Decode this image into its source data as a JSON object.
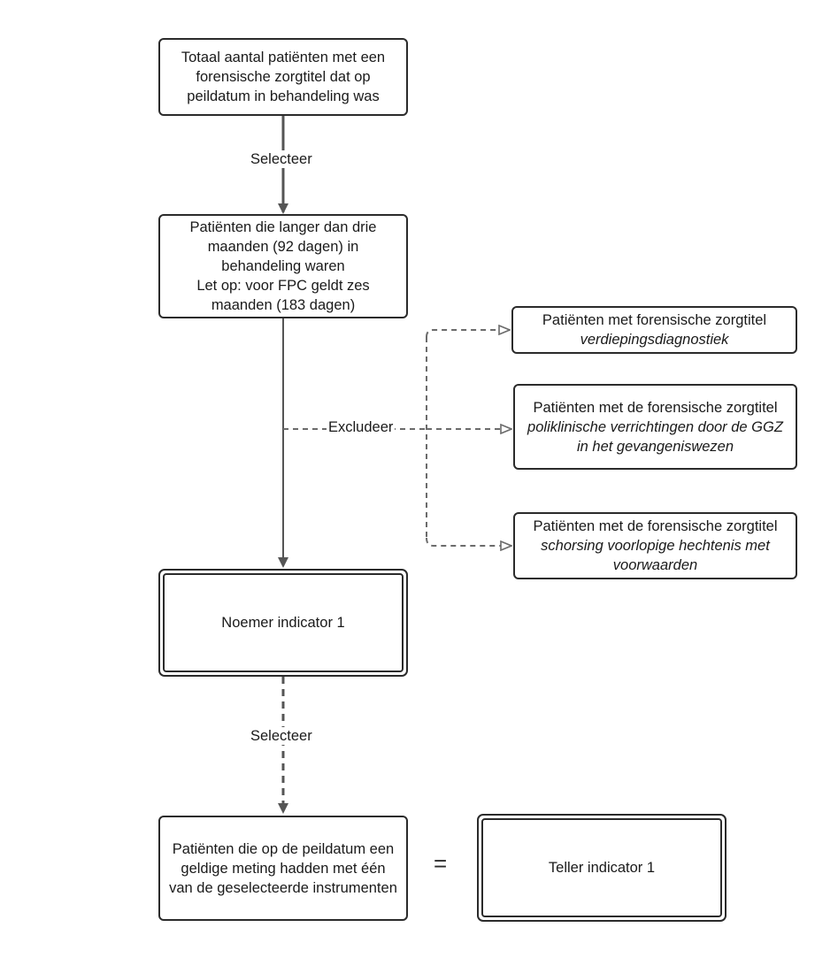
{
  "nodes": {
    "total": "Totaal aantal patiënten met een forensische zorgtitel dat op peildatum in behandeling was",
    "langer": "Patiënten die langer dan drie maanden (92 dagen) in behandeling waren",
    "langer_note": "Let op: voor FPC geldt zes maanden (183 dagen)",
    "excl1_line1": "Patiënten met forensische zorgtitel",
    "excl1_italic": "verdiepingsdiagnostiek",
    "excl2_line1": "Patiënten met de forensische zorgtitel",
    "excl2_italic": "poliklinische verrichtingen door de GGZ in het gevangeniswezen",
    "excl3_line1": "Patiënten met de forensische zorgtitel",
    "excl3_italic": "schorsing voorlopige hechtenis met voorwaarden",
    "noemer": "Noemer indicator 1",
    "geldig": "Patiënten die op de peildatum een geldige meting hadden met één van de geselecteerde instrumenten",
    "teller": "Teller indicator 1"
  },
  "edges": {
    "select1": "Selecteer",
    "exclude": "Excludeer",
    "select2": "Selecteer",
    "equals": "="
  },
  "colors": {
    "stroke": "#2b2b2b",
    "arrow": "#555555",
    "dashed": "#6b6b6b"
  }
}
